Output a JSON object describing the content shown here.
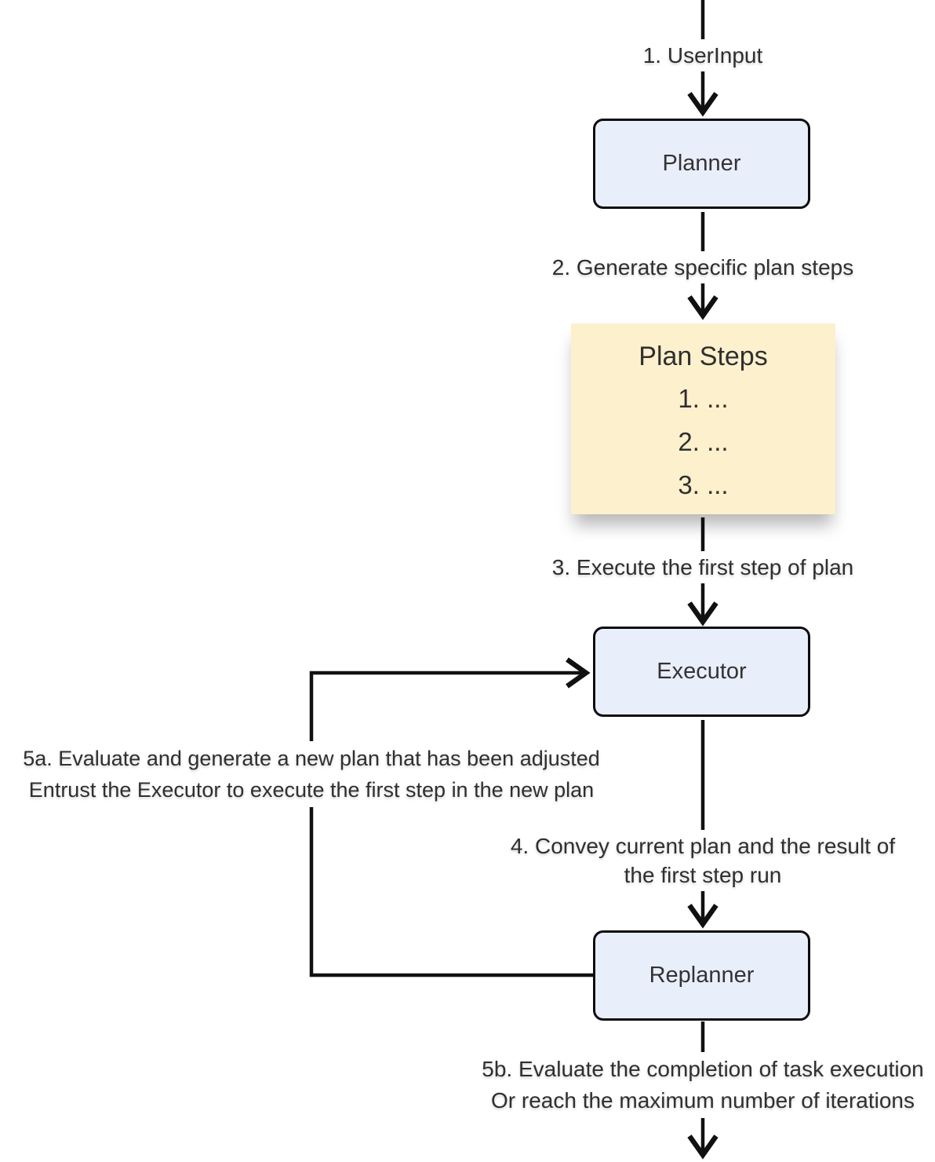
{
  "nodes": {
    "planner": {
      "label": "Planner"
    },
    "plan_steps": {
      "title": "Plan Steps",
      "items": [
        "1. ...",
        "2. ...",
        "3. ..."
      ]
    },
    "executor": {
      "label": "Executor"
    },
    "replanner": {
      "label": "Replanner"
    }
  },
  "edge_labels": {
    "user_input": "1. UserInput",
    "generate_plan": "2. Generate specific plan steps",
    "execute_first_step": "3. Execute the first step of plan",
    "convey_result_line1": "4. Convey current plan and the result of",
    "convey_result_line2": "the first step run",
    "replan_line1": "5a. Evaluate and generate a new plan that has been adjusted",
    "replan_line2": "Entrust the Executor to execute the first step in the new plan",
    "finish_line1": "5b. Evaluate the completion of task execution",
    "finish_line2": "Or reach the maximum number of iterations"
  },
  "colors": {
    "background": "#ffffff",
    "node_fill": "#e9eefb",
    "node_border": "#0d0d0d",
    "plan_steps_fill": "#fdf0cd",
    "text": "#333333",
    "line": "#111111"
  }
}
